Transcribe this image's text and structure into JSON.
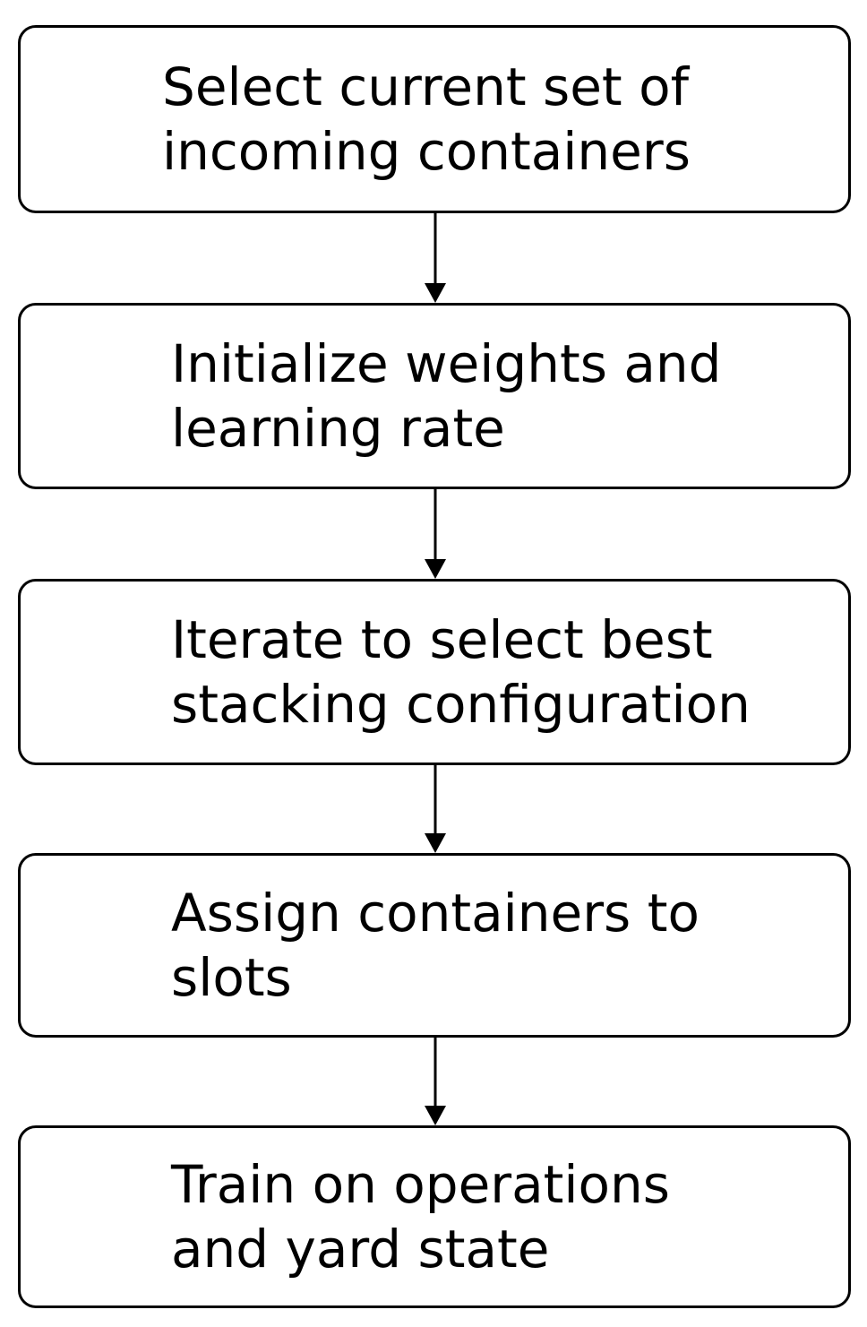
{
  "flowchart": {
    "steps": [
      {
        "lines": [
          "Select current set of",
          "incoming containers"
        ]
      },
      {
        "lines": [
          "Initialize weights and",
          "learning rate"
        ]
      },
      {
        "lines": [
          "Iterate to select best",
          "stacking configuration"
        ]
      },
      {
        "lines": [
          "Assign containers to",
          "slots"
        ]
      },
      {
        "lines": [
          "Train on operations",
          "and yard state"
        ]
      }
    ]
  },
  "colors": {
    "stroke": "#000000",
    "background": "#ffffff"
  }
}
